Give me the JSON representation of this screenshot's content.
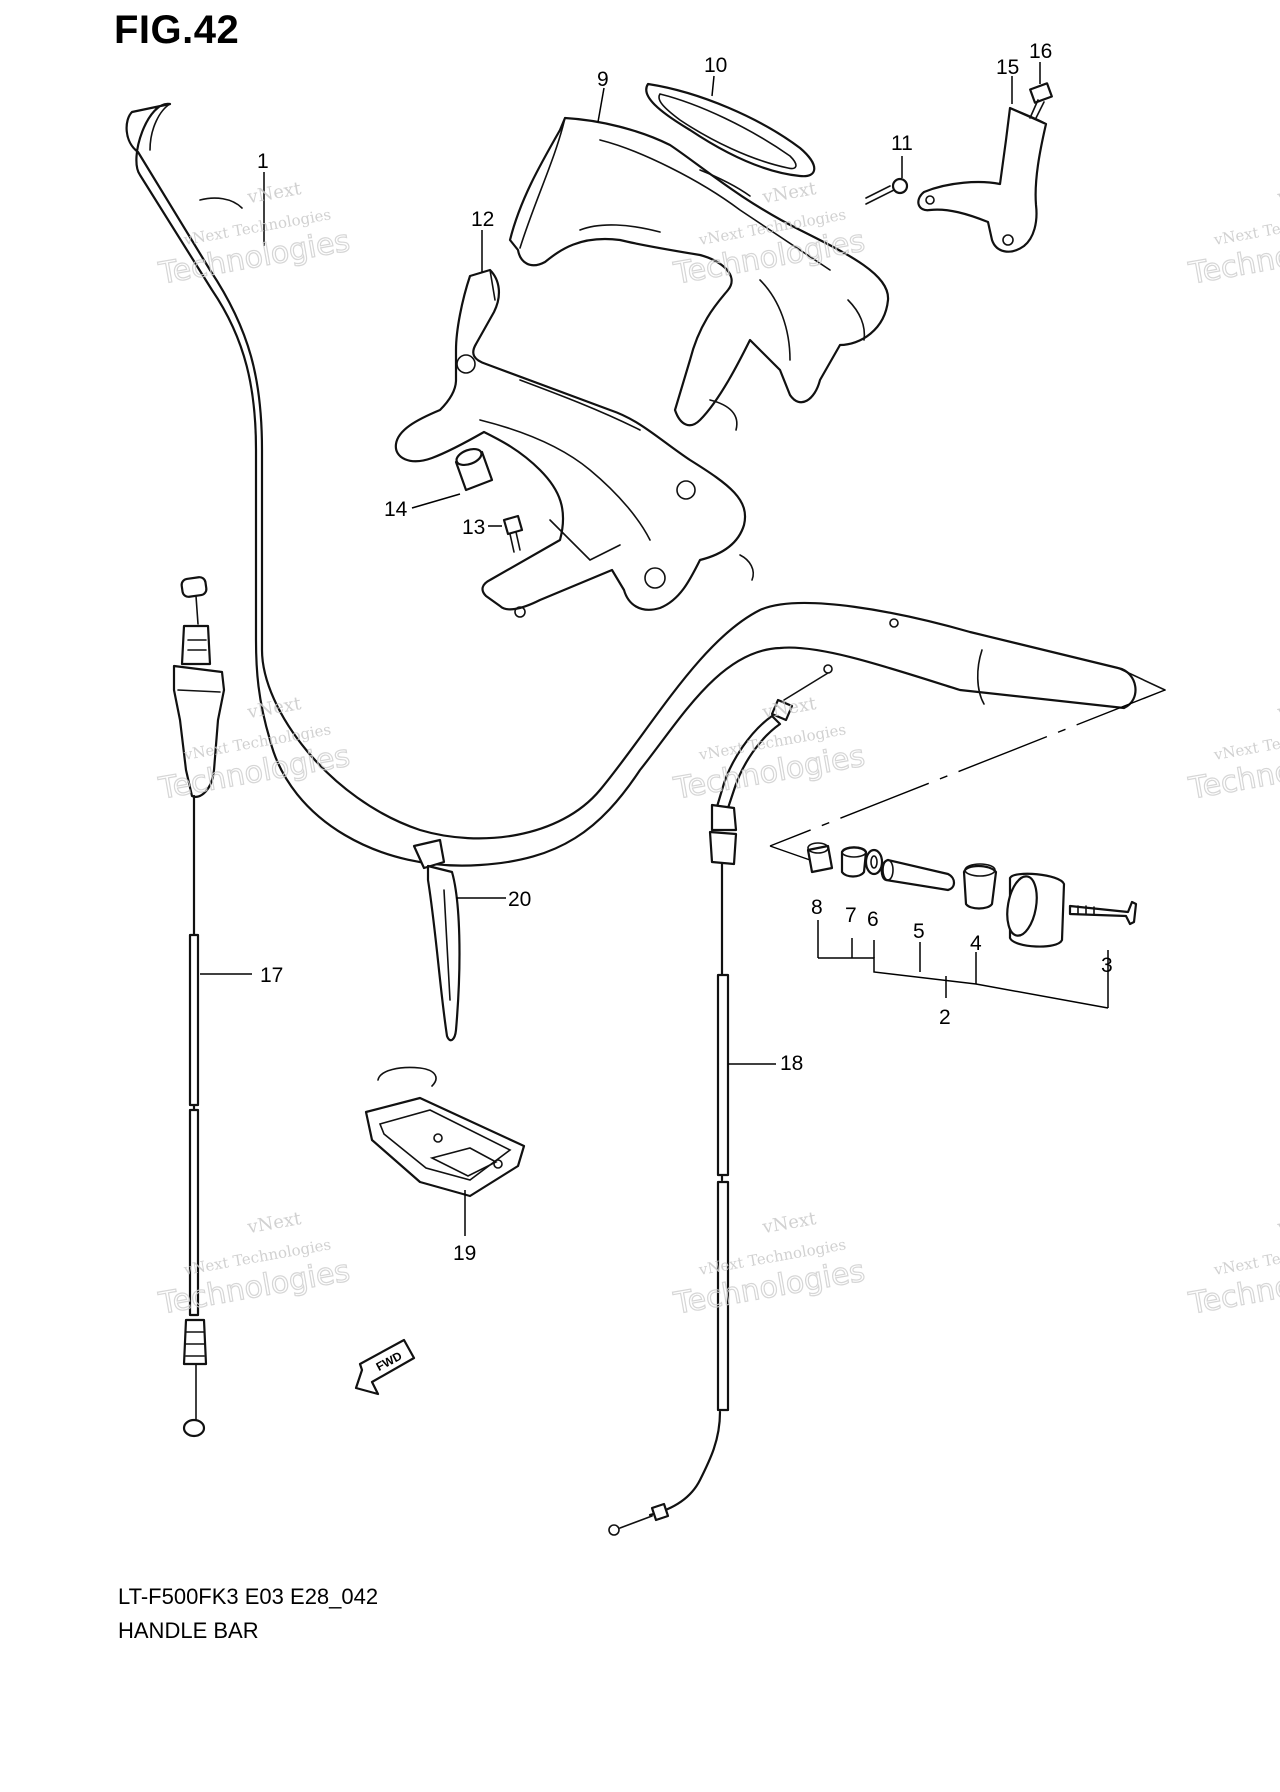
{
  "figure": {
    "title": "FIG.42",
    "model_code": "LT-F500FK3 E03 E28_042",
    "section_name": "HANDLE BAR"
  },
  "callouts": [
    "1",
    "2",
    "3",
    "4",
    "5",
    "6",
    "7",
    "8",
    "9",
    "10",
    "11",
    "12",
    "13",
    "14",
    "15",
    "16",
    "17",
    "18",
    "19",
    "20"
  ],
  "direction_badge": "FWD",
  "watermark": {
    "line1": "vNext",
    "line2": "vNext Technologies",
    "line3": "Technologies"
  }
}
